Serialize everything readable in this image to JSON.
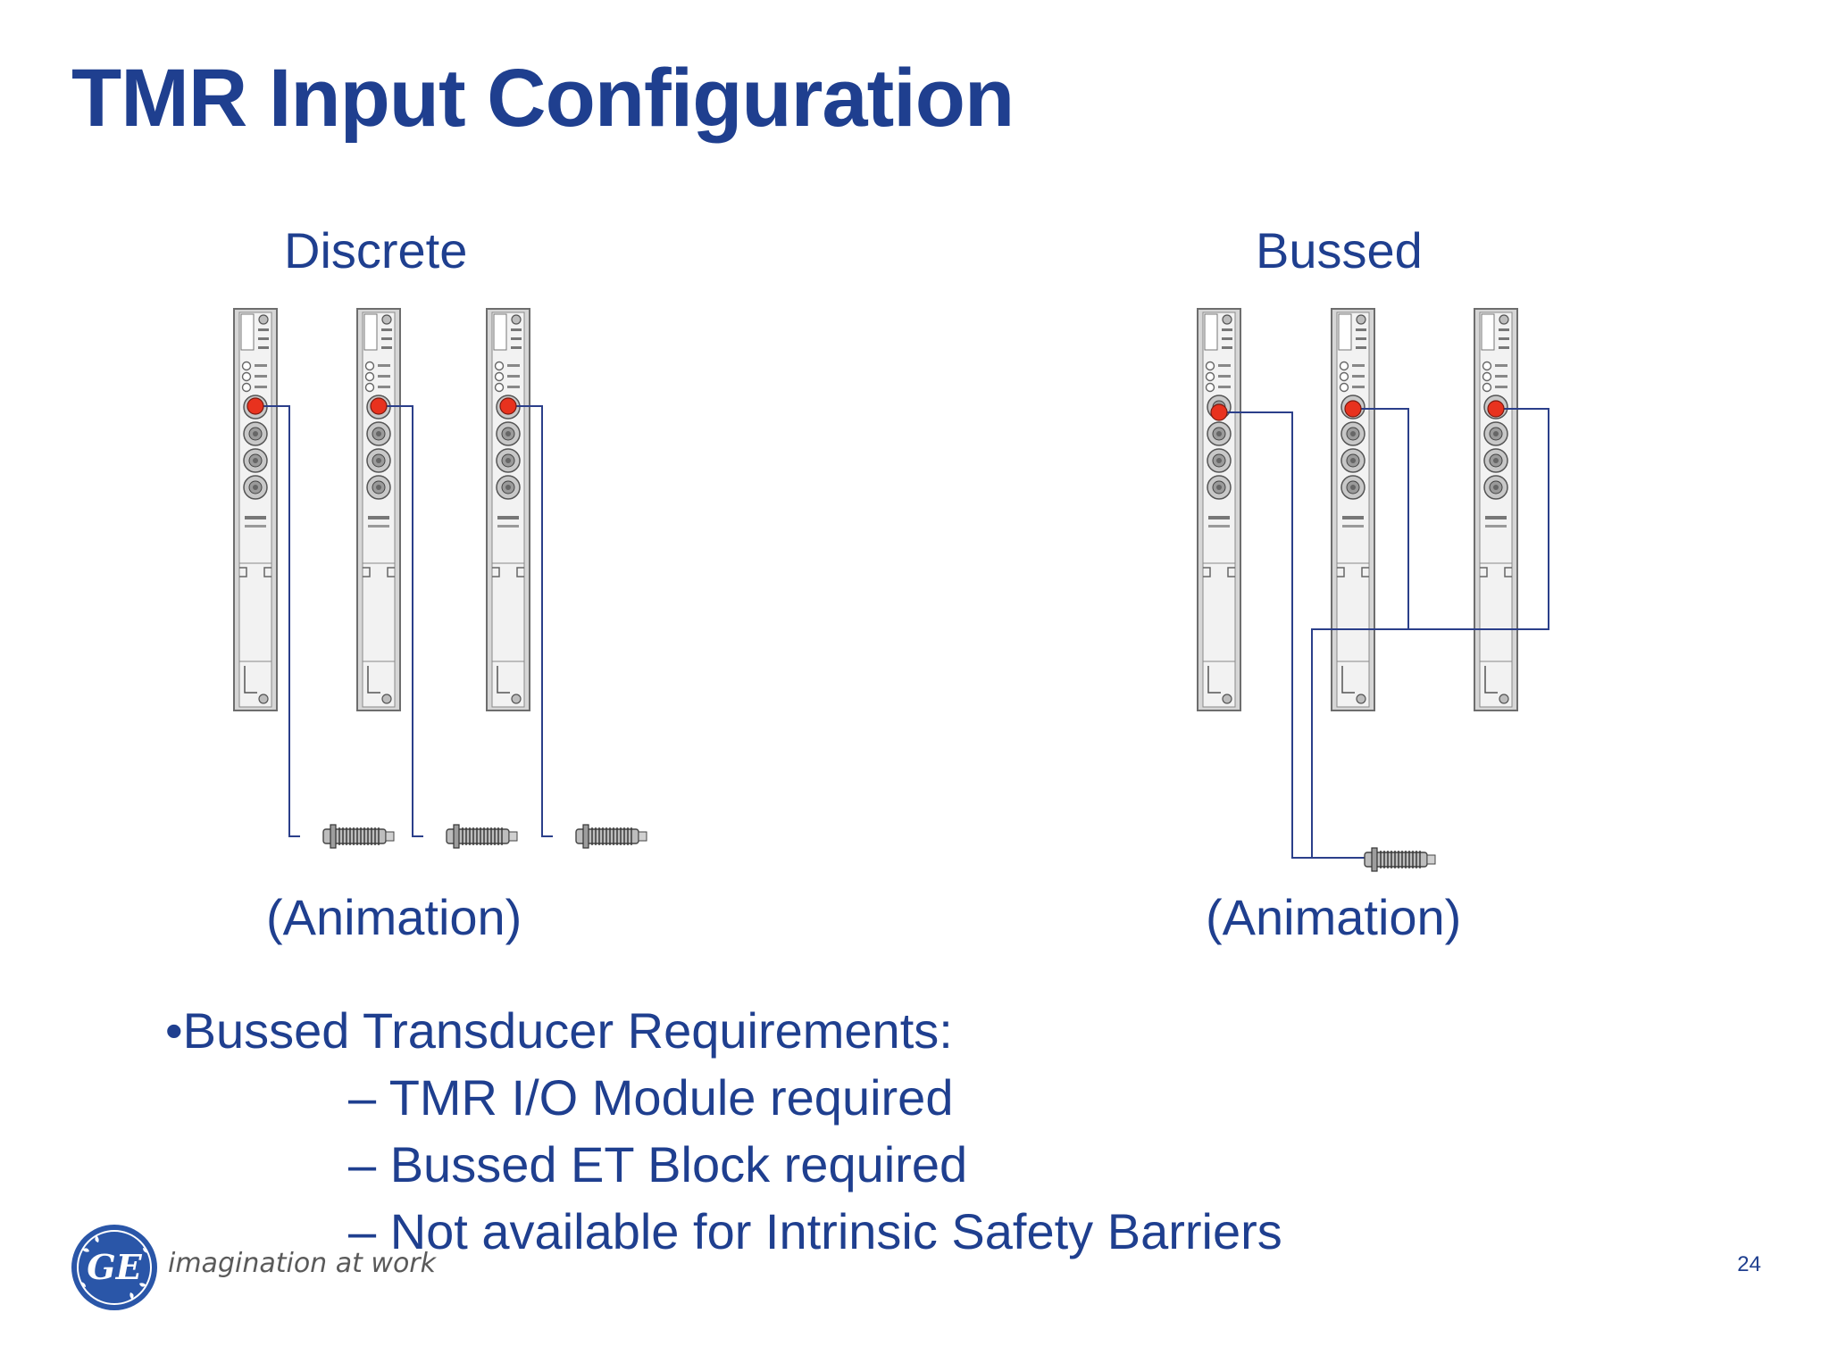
{
  "slide": {
    "title": "TMR Input Configuration",
    "page_number": "24"
  },
  "discrete": {
    "label": "Discrete",
    "caption": "(Animation)"
  },
  "bussed": {
    "label": "Bussed",
    "caption": "(Animation)"
  },
  "requirements": {
    "heading": "•Bussed Transducer Requirements:",
    "items": [
      "– TMR I/O Module required",
      "– Bussed ET Block required",
      "– Not available for Intrinsic Safety Barriers"
    ]
  },
  "branding": {
    "logo_text": "GE",
    "tagline": "imagination at work"
  },
  "colors": {
    "title_blue": "#1f3f8f",
    "wire": "#2b3f8a",
    "input_dot": "#e8321e",
    "module_gray": "#c9c9c9"
  }
}
